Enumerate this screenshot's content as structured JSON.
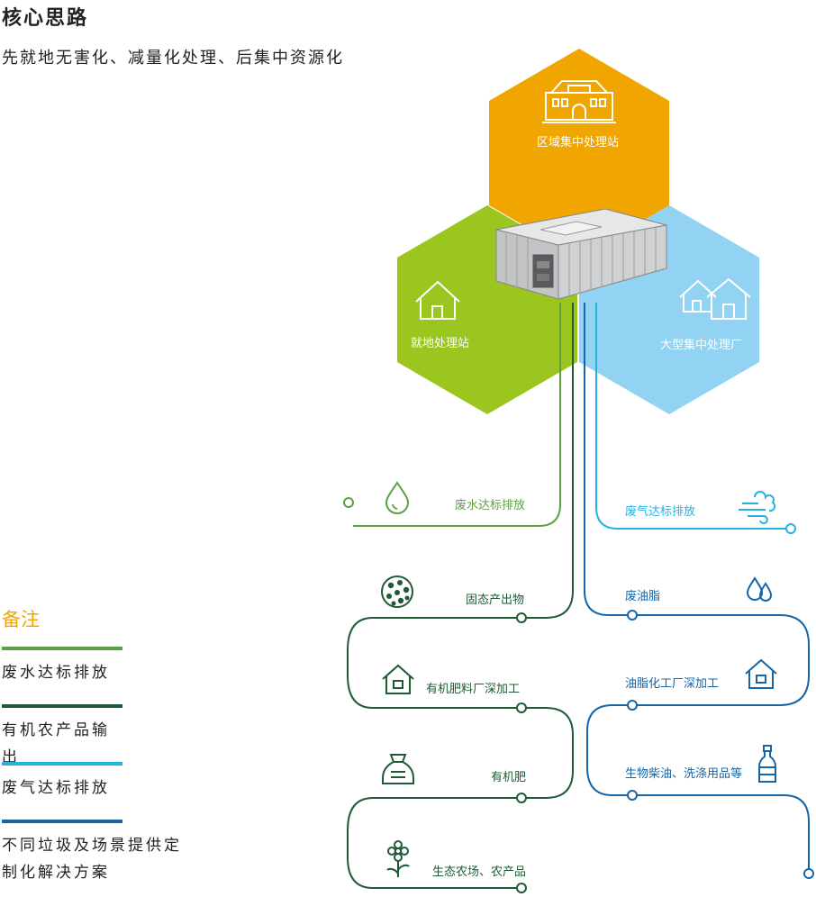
{
  "title": "核心思路",
  "subtitle": "先就地无害化、减量化处理、后集中资源化",
  "hexagons": {
    "top": {
      "label": "区域集中处理站",
      "color": "#F0A500"
    },
    "left": {
      "label": "就地处理站",
      "color": "#9BC61F"
    },
    "right": {
      "label": "大型集中处理厂",
      "color": "#92D2F2"
    }
  },
  "flows": {
    "wastewater": {
      "label": "废水达标排放",
      "color": "#5BA143"
    },
    "exhaust": {
      "label": "废气达标排放",
      "color": "#25B2E3"
    },
    "solid": {
      "label": "固态产出物",
      "color": "#1E5A34"
    },
    "fertilizer_plant": {
      "label": "有机肥料厂深加工",
      "color": "#1E5A34"
    },
    "fertilizer": {
      "label": "有机肥",
      "color": "#1E5A34"
    },
    "eco_farm": {
      "label": "生态农场、农产品",
      "color": "#1E5A34"
    },
    "waste_oil": {
      "label": "废油脂",
      "color": "#1565A8"
    },
    "oil_chem": {
      "label": "油脂化工厂深加工",
      "color": "#1565A8"
    },
    "biodiesel": {
      "label": "生物柴油、洗涤用品等",
      "color": "#1565A8"
    }
  },
  "legend": {
    "title": "备注",
    "items": [
      {
        "text": "废水达标排放",
        "color": "#5BA143"
      },
      {
        "text": "有机农产品输出",
        "color": "#1E5A34"
      },
      {
        "text": "废气达标排放",
        "color": "#25B2E3"
      },
      {
        "text": "不同垃圾及场景提供定制化解决方案",
        "color": "#1565A8"
      }
    ]
  }
}
